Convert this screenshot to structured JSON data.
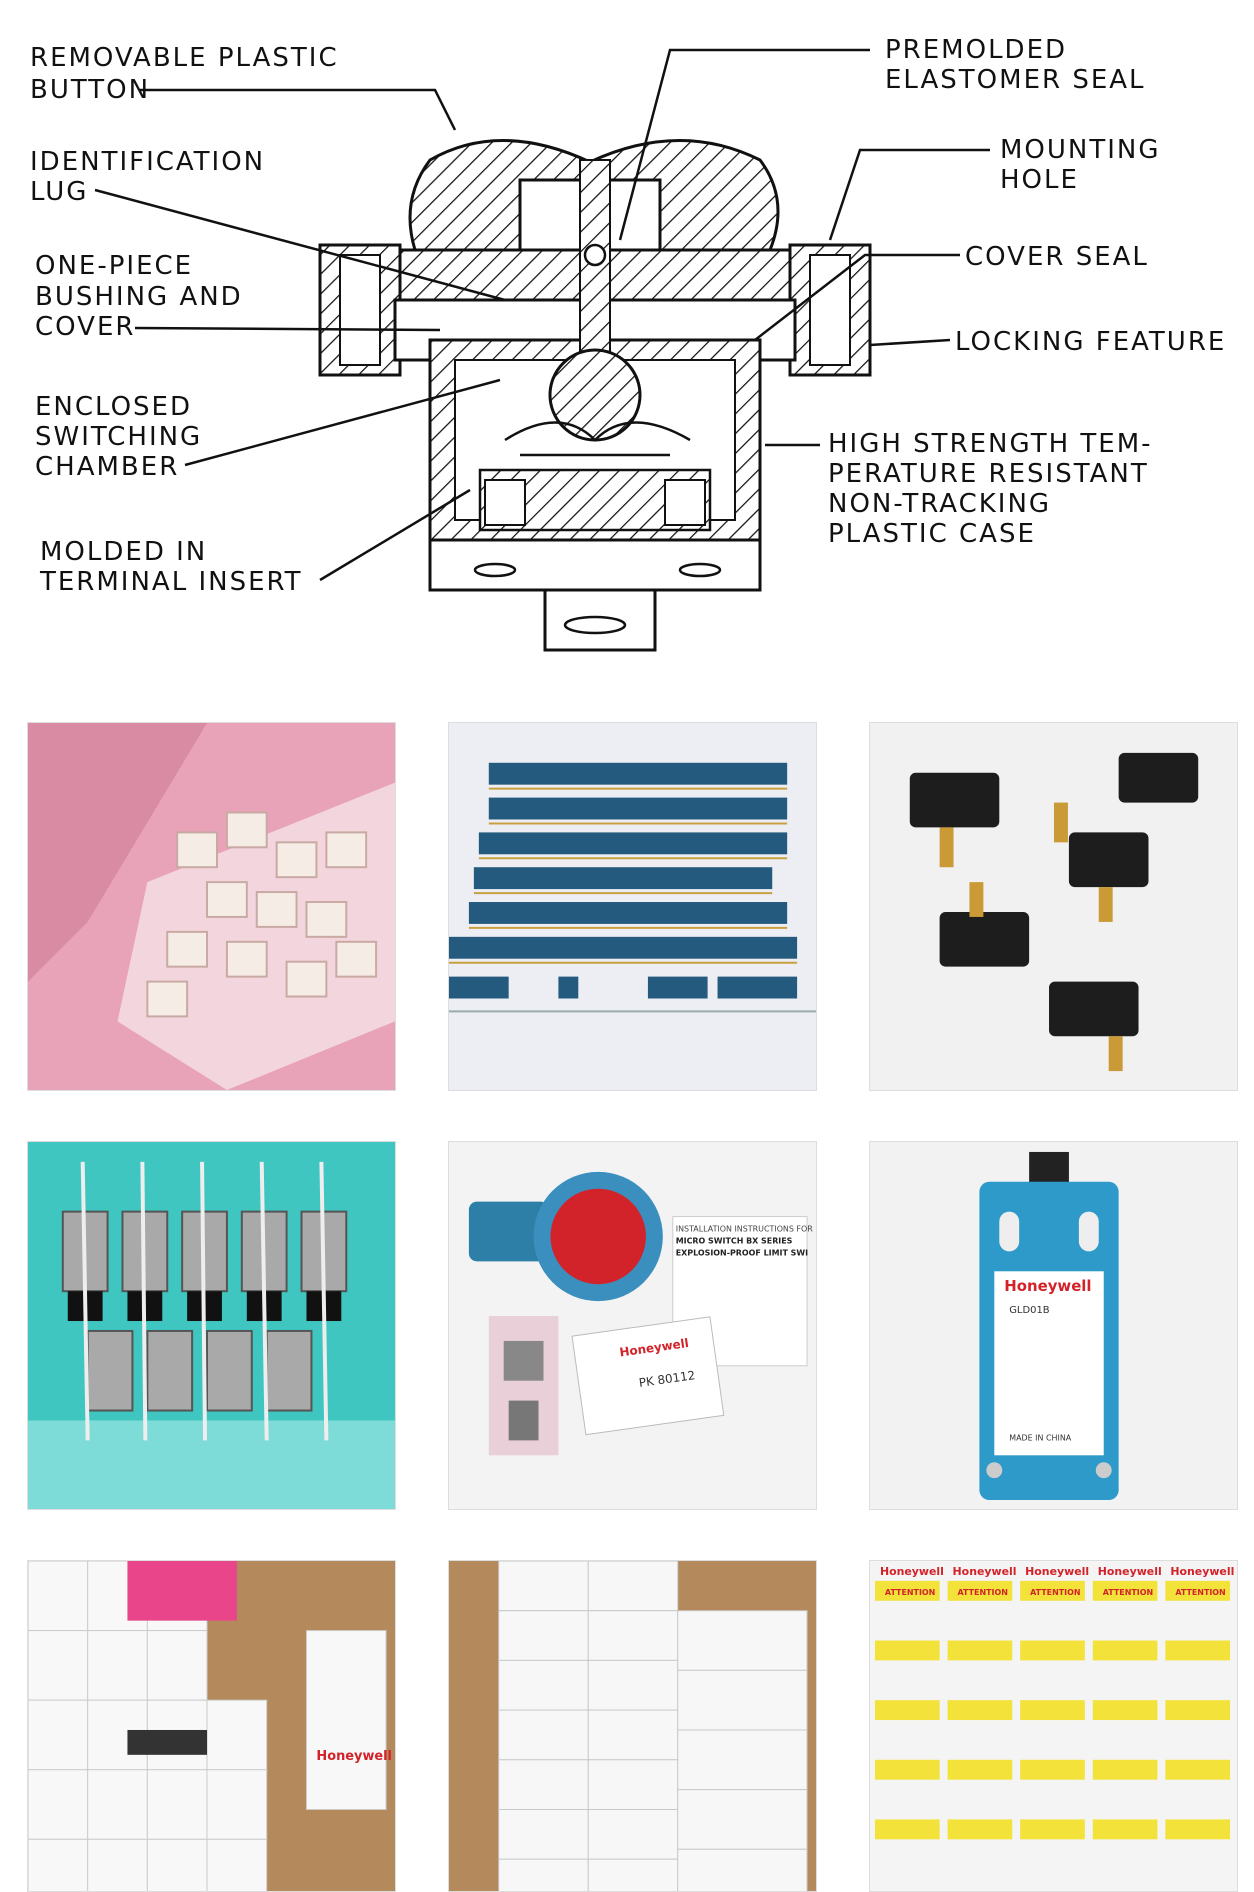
{
  "diagram": {
    "labels": {
      "removable_plastic_button": [
        "REMOVABLE PLASTIC",
        "BUTTON"
      ],
      "identification_lug": [
        "IDENTIFICATION",
        "LUG"
      ],
      "one_piece_bushing": [
        "ONE-PIECE",
        "BUSHING AND",
        "COVER"
      ],
      "enclosed_switching_chamber": [
        "ENCLOSED",
        "SWITCHING",
        "CHAMBER"
      ],
      "molded_terminal_insert": [
        "MOLDED IN",
        "TERMINAL INSERT"
      ],
      "premolded_seal": [
        "PREMOLDED",
        "ELASTOMER SEAL"
      ],
      "mounting_hole": [
        "MOUNTING",
        "HOLE"
      ],
      "cover_seal": [
        "COVER SEAL"
      ],
      "locking_feature": [
        "LOCKING FEATURE"
      ],
      "plastic_case": [
        "HIGH STRENGTH TEM-",
        "PERATURE RESISTANT",
        "NON-TRACKING",
        "PLASTIC CASE"
      ]
    }
  },
  "photos": {
    "p5": {
      "brand": "Honeywell",
      "doc_title": "INSTALLATION INSTRUCTIONS FOR",
      "doc_sub1": "MICRO SWITCH BX SERIES",
      "doc_sub2": "EXPLOSION-PROOF LIMIT SWI",
      "code": "PK 80112"
    },
    "p6": {
      "brand": "Honeywell",
      "model": "GLD01B",
      "note": "MADE IN CHINA"
    },
    "p7": {
      "brand": "Honeywell"
    },
    "p9": {
      "brand": "Honeywell",
      "warn": "ATTENTION"
    }
  },
  "colors": {
    "pink": "#e8a3b8",
    "blue_switch": "#2e8fbf",
    "teal_tray": "#3fc6c0",
    "cardboard": "#b48a5c",
    "yellow_label": "#f2e23a",
    "honeywell_red": "#d2232a"
  }
}
